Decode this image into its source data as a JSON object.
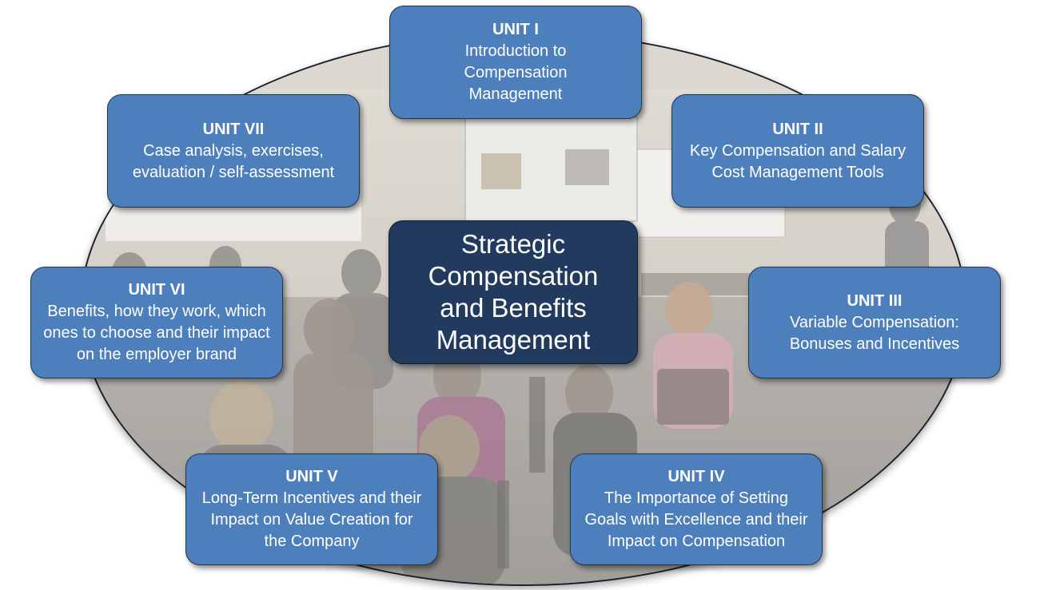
{
  "center": {
    "title": "Strategic Compensation and Benefits Management"
  },
  "units": [
    {
      "id": "unit-i",
      "title": "UNIT I",
      "text": "Introduction to Compensation Management"
    },
    {
      "id": "unit-ii",
      "title": "UNIT II",
      "text": "Key Compensation and Salary Cost Management Tools"
    },
    {
      "id": "unit-iii",
      "title": "UNIT III",
      "text": "Variable Compensation: Bonuses and Incentives"
    },
    {
      "id": "unit-iv",
      "title": "UNIT IV",
      "text": "The Importance of Setting Goals with Excellence and their Impact on Compensation"
    },
    {
      "id": "unit-v",
      "title": "UNIT V",
      "text": "Long-Term Incentives and their Impact on Value Creation for the Company"
    },
    {
      "id": "unit-vi",
      "title": "UNIT VI",
      "text": "Benefits, how they work, which ones to choose and their impact on the employer brand"
    },
    {
      "id": "unit-vii",
      "title": "UNIT VII",
      "text": "Case analysis, exercises, evaluation / self-assessment"
    }
  ],
  "colors": {
    "unit_box": "#4e7fbd",
    "center_box": "#223a5e",
    "text": "#ffffff"
  },
  "background_image": "classroom-lecture-photo"
}
